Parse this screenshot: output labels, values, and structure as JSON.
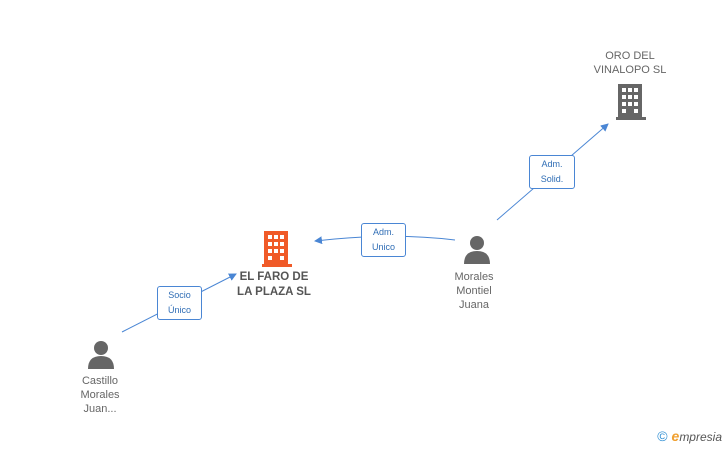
{
  "nodes": {
    "oro": {
      "label": "ORO DEL\nVINALOPO SL"
    },
    "faro": {
      "label": "EL FARO DE\nLA PLAZA SL"
    },
    "morales": {
      "label": "Morales\nMontiel\nJuana"
    },
    "castillo": {
      "label": "Castillo\nMorales\nJuan..."
    }
  },
  "edges": {
    "socio": {
      "label": "Socio\nÚnico"
    },
    "adm_unico": {
      "label": "Adm.\nUnico"
    },
    "adm_solid": {
      "label": "Adm.\nSolid."
    }
  },
  "footer": {
    "copyright": "©",
    "brand_e": "e",
    "brand_rest": "mpresia"
  },
  "colors": {
    "edge": "#4a86d4",
    "company_main": "#f05a28",
    "company": "#666666",
    "person": "#666666"
  }
}
